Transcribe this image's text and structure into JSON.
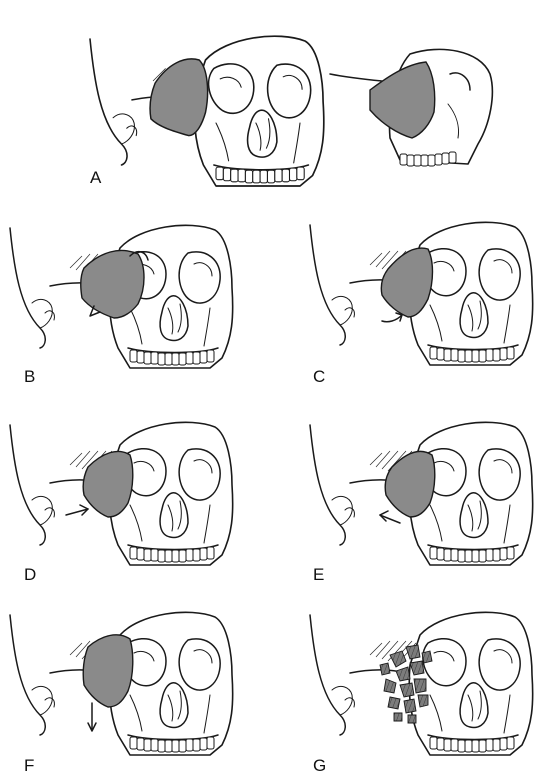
{
  "figure": {
    "panel_labels": [
      "A",
      "B",
      "C",
      "D",
      "E",
      "F",
      "G"
    ]
  }
}
